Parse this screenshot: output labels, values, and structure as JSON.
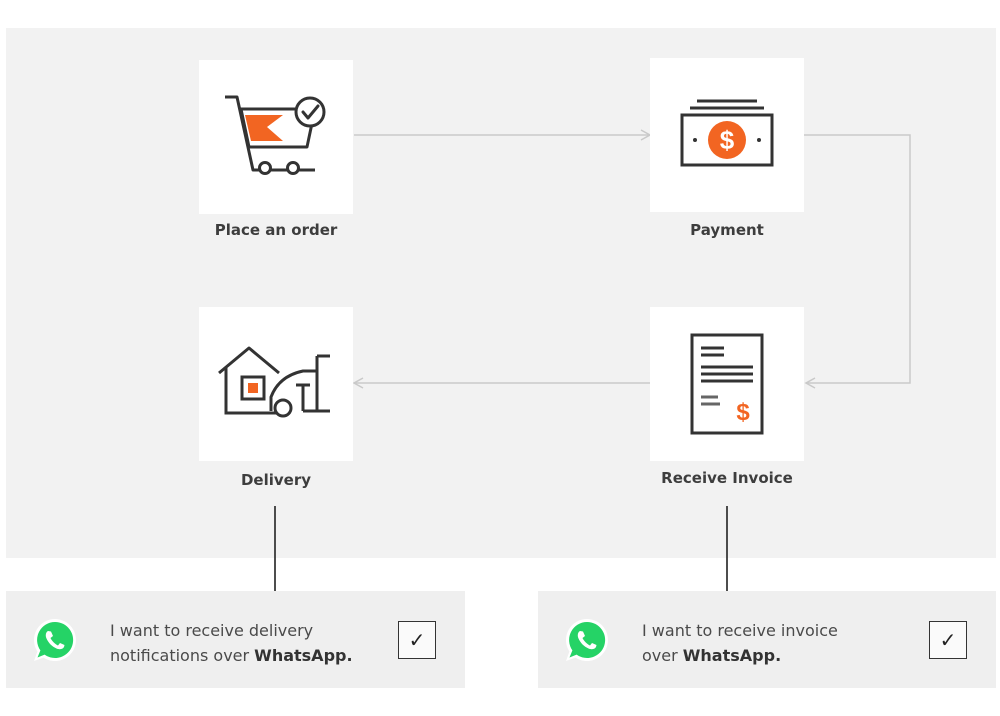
{
  "nodes": {
    "order": {
      "label": "Place an order"
    },
    "payment": {
      "label": "Payment"
    },
    "invoice": {
      "label": "Receive Invoice"
    },
    "delivery": {
      "label": "Delivery"
    }
  },
  "cards": {
    "delivery": {
      "line1": "I want to receive delivery",
      "line2_prefix": "notifications over ",
      "line2_brand": "WhatsApp.",
      "check_glyph": "✓"
    },
    "invoice": {
      "line1": "I want to receive invoice",
      "line2_prefix": "over ",
      "line2_brand": "WhatsApp.",
      "check_glyph": "✓"
    }
  },
  "colors": {
    "accent": "#f26522",
    "panel": "#f2f2f2",
    "stroke": "#333333",
    "connector": "#c9c9c9",
    "whatsapp": "#25d366"
  },
  "icons": [
    "cart-check-icon",
    "money-bill-icon",
    "invoice-document-icon",
    "house-car-icon",
    "whatsapp-icon",
    "check-icon"
  ]
}
